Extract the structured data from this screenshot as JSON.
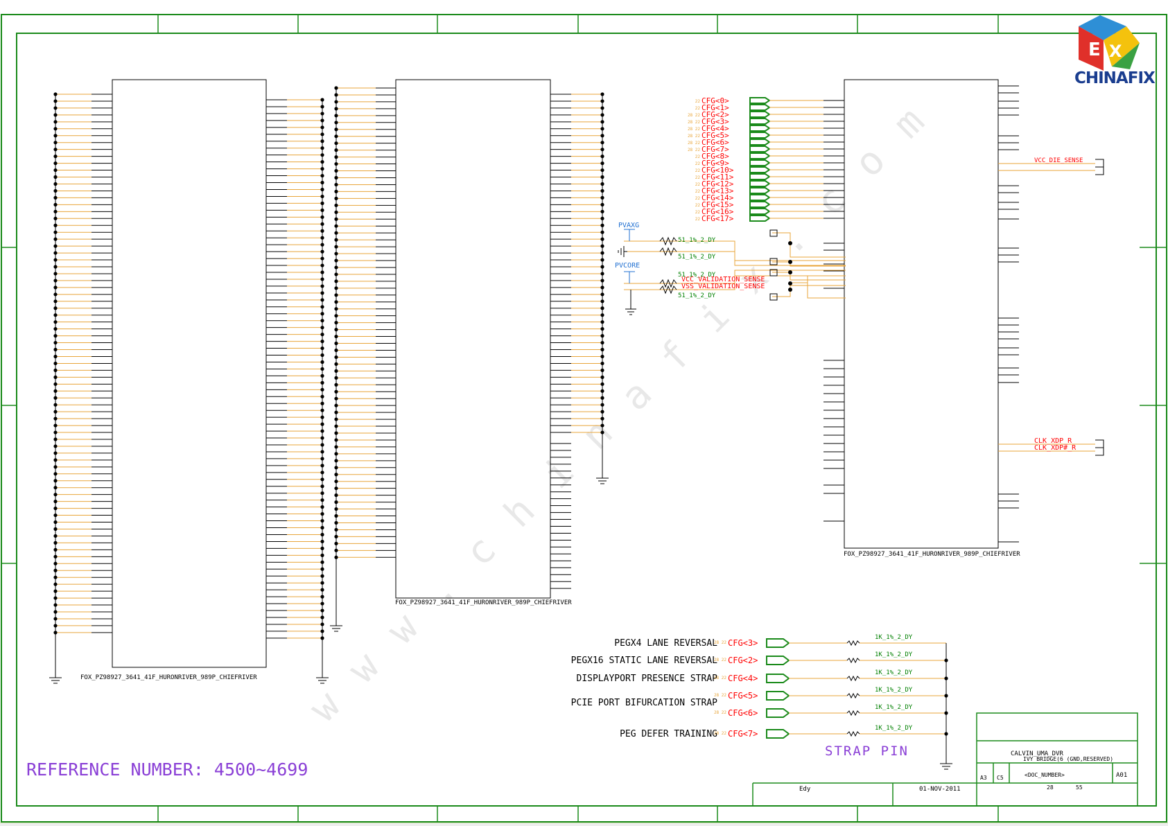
{
  "logo": {
    "text": "CHINAFIX",
    "brand_colors": [
      "#2e8fd6",
      "#f4c20d",
      "#e0302a",
      "#3aa142"
    ]
  },
  "watermark": "w w w . c h i n a f i x . c o m",
  "parts": [
    {
      "ref": "FOX_PZ98927_3641_41F_HURONRIVER_989P_CHIEFRIVER"
    },
    {
      "ref": "FOX_PZ98927_3641_41F_HURONRIVER_989P_CHIEFRIVER"
    },
    {
      "ref": "FOX_PZ98927_3641_41F_HURONRIVER_989P_CHIEFRIVER"
    }
  ],
  "cfg_bus": {
    "nets": [
      "CFG<0>",
      "CFG<1>",
      "CFG<2>",
      "CFG<3>",
      "CFG<4>",
      "CFG<5>",
      "CFG<6>",
      "CFG<7>",
      "CFG<8>",
      "CFG<9>",
      "CFG<10>",
      "CFG<11>",
      "CFG<12>",
      "CFG<13>",
      "CFG<14>",
      "CFG<15>",
      "CFG<16>",
      "CFG<17>"
    ],
    "page_refs": [
      "22",
      "22",
      "28 22",
      "28 22",
      "28 22",
      "28 22",
      "28 22",
      "28 22",
      "22",
      "22",
      "22",
      "22",
      "22",
      "22",
      "22",
      "22",
      "22",
      "22"
    ]
  },
  "validation": {
    "rail_1": "PVAXG",
    "rail_2": "PVCORE",
    "resistors": [
      "51_1%_2_DY",
      "51_1%_2_DY",
      "51_1%_2_DY",
      "51_1%_2_DY"
    ],
    "nets": [
      "VCC_VALIDATION_SENSE",
      "VSS_VALIDATION_SENSE"
    ]
  },
  "right_nets": {
    "die_sense": "VCC_DIE_SENSE",
    "clk_p": "CLK_XDP_R",
    "clk_n": "CLK_XDP#_R"
  },
  "straps": [
    {
      "desc": "PEGX4 LANE REVERSAL",
      "ref": "28 22",
      "net": "CFG<3>",
      "res": "1K_1%_2_DY"
    },
    {
      "desc": "PEGX16 STATIC LANE REVERSAL",
      "ref": "28 22",
      "net": "CFG<2>",
      "res": "1K_1%_2_DY"
    },
    {
      "desc": "DISPLAYPORT PRESENCE STRAP",
      "ref": "28 22",
      "net": "CFG<4>",
      "res": "1K_1%_2_DY"
    },
    {
      "desc": "PCIE PORT BIFURCATION STRAP",
      "ref": "28 22",
      "net": "CFG<5>",
      "res": "1K_1%_2_DY"
    },
    {
      "desc": "",
      "ref": "28 22",
      "net": "CFG<6>",
      "res": "1K_1%_2_DY"
    },
    {
      "desc": "PEG DEFER TRAINING",
      "ref": "28 22",
      "net": "CFG<7>",
      "res": "1K_1%_2_DY"
    }
  ],
  "strap_title": "STRAP PIN",
  "reference": "REFERENCE NUMBER: 4500~4699",
  "title_block": {
    "title_1": "CALVIN_UMA_DVR",
    "title_2": "IVY BRIDGE(6 (GND,RESERVED)",
    "size": "A3",
    "code": "C5",
    "doc_number": "<DOC_NUMBER>",
    "rev": "A01",
    "sheet": "28",
    "sheets": "55",
    "drawn": "Edy",
    "date": "01-NOV-2011"
  },
  "colors": {
    "border": "#008000",
    "wire": "#e8a53a",
    "net_label": "#ff0000",
    "annotation": "#008000",
    "rail": "#1f6fd1",
    "text": "#000000",
    "reference": "#8a3fd6"
  }
}
